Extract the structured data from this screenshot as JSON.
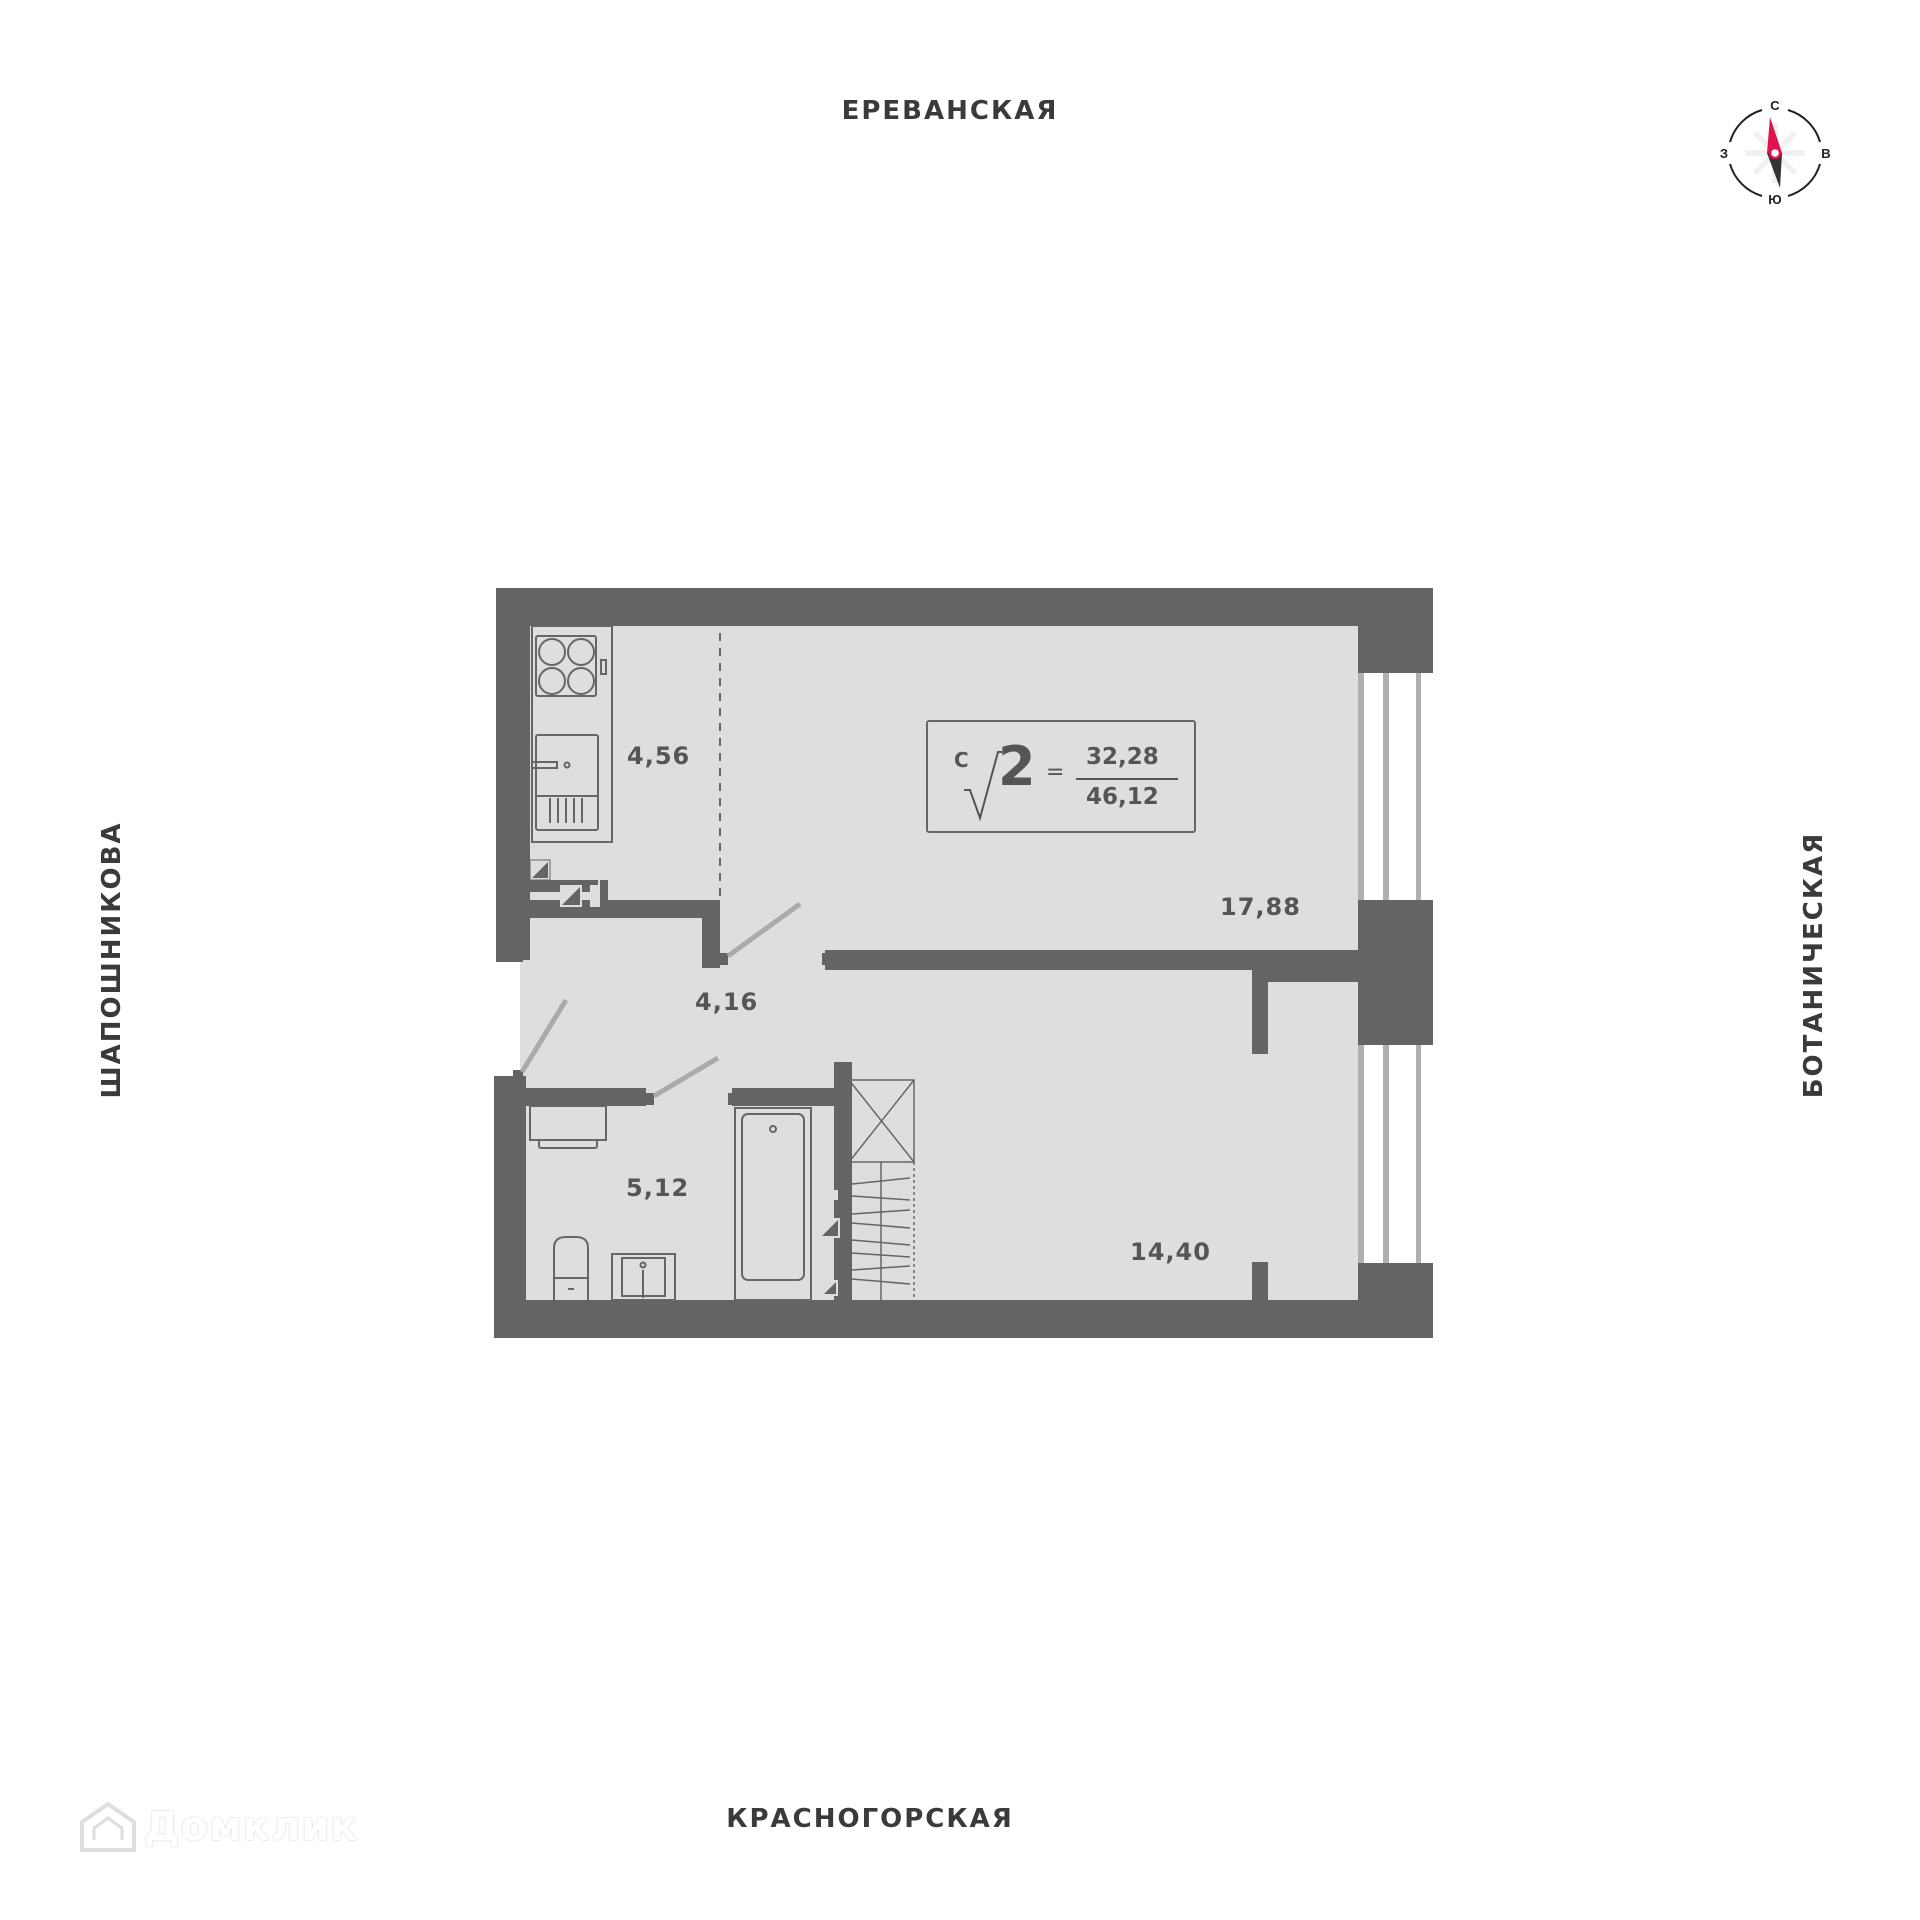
{
  "streets": {
    "north": "ЕРЕВАНСКАЯ",
    "south": "КРАСНОГОРСКАЯ",
    "west": "ШАПОШНИКОВА",
    "east": "БОТАНИЧЕСКАЯ"
  },
  "compass": {
    "north": "С",
    "south": "Ю",
    "west": "З",
    "east": "В",
    "needle_north_color": "#e0134f",
    "needle_south_color": "#333333"
  },
  "legend": {
    "type_superscript": "С",
    "rooms": "2",
    "equals": "=",
    "living_area": "32,28",
    "total_area": "46,12"
  },
  "rooms": [
    {
      "name": "kitchen",
      "area": "4,56"
    },
    {
      "name": "living-room-1",
      "area": "17,88"
    },
    {
      "name": "hallway",
      "area": "4,16"
    },
    {
      "name": "bathroom",
      "area": "5,12"
    },
    {
      "name": "living-room-2",
      "area": "14,40"
    }
  ],
  "colors": {
    "wall": "#646464",
    "floor": "#dedede",
    "window": "#b0b0b0",
    "door_leaf": "#aaaaaa",
    "fixture_line": "#666666"
  },
  "watermark": {
    "text": "Домклик"
  }
}
